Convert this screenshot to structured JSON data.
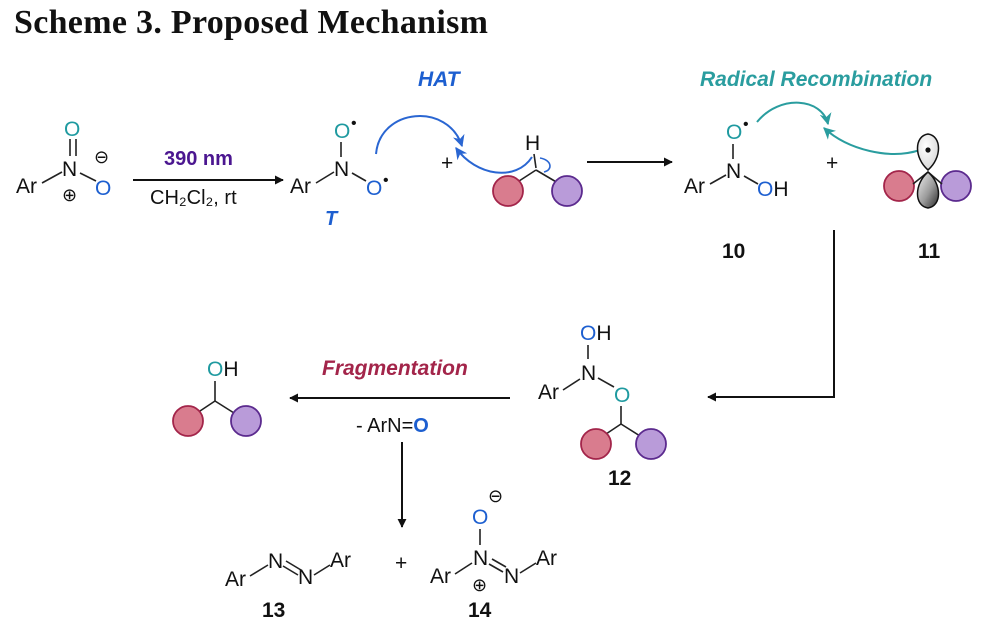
{
  "title": "Scheme 3. Proposed Mechanism",
  "colors": {
    "teal": "#1f9aa0",
    "blue": "#1d5fd0",
    "purple": "#4b1690",
    "crimson": "#a3254a",
    "hat_arrow": "#2a66d2",
    "recomb_arrow": "#2a9d9f",
    "lobe_red_fill": "#d97c8e",
    "lobe_red_stroke": "#a3254a",
    "lobe_purple_fill": "#b99bd9",
    "lobe_purple_stroke": "#5b2a8e"
  },
  "atoms": {
    "ar": "Ar",
    "n": "N",
    "o": "O",
    "oh": "OH",
    "h": "H",
    "plus_charge": "⊕",
    "minus_charge": "⊖",
    "plus": "+",
    "radical": "•"
  },
  "conditions": {
    "wavelength": "390 nm",
    "solvent": "CH₂Cl₂, rt"
  },
  "state_label": "T",
  "steps": {
    "hat": "HAT",
    "recombination": "Radical Recombination",
    "fragmentation": "Fragmentation"
  },
  "byproduct": {
    "prefix": "- ArN",
    "double_bond": "=",
    "oxygen": "O"
  },
  "compound_numbers": {
    "c10": "10",
    "c11": "11",
    "c12": "12",
    "c13": "13",
    "c14": "14"
  }
}
